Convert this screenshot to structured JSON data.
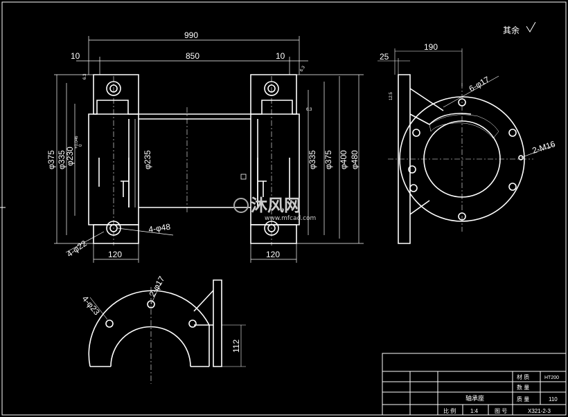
{
  "remark": "其余",
  "dims": {
    "d990": "990",
    "d850": "850",
    "d10a": "10",
    "d10b": "10",
    "d190": "190",
    "d25": "25",
    "d120a": "120",
    "d120b": "120",
    "d112": "112",
    "phi375l": "φ375",
    "phi335l": "φ335",
    "phi230": "φ230",
    "phi235": "φ235",
    "phi335r": "φ335",
    "phi375r": "φ375",
    "phi400": "φ400",
    "phi480": "φ480",
    "holes6": "6-φ17",
    "m16": "2-M16",
    "holes4a": "4-φ48",
    "holes4b": "4-φ22",
    "holes4c": "4-φ23",
    "holes2": "2-φ17",
    "tol_plus": "+0.046",
    "tol_zero": "0"
  },
  "roughness": {
    "r1": "6.3",
    "r2": "6.3",
    "r3": "6.3",
    "r4": "12.5"
  },
  "watermark": {
    "main": "沐风网",
    "url": "www.mfcad.com"
  },
  "title_block": {
    "material_label": "材 质",
    "material_value": "HT200",
    "qty_label": "数 量",
    "weight_label": "质 量",
    "weight_value": "110",
    "part_name": "轴承座",
    "scale_label": "比 例",
    "scale_value": "1:4",
    "drawing_no_label": "图 号",
    "drawing_no_value": "X321-2-3"
  }
}
